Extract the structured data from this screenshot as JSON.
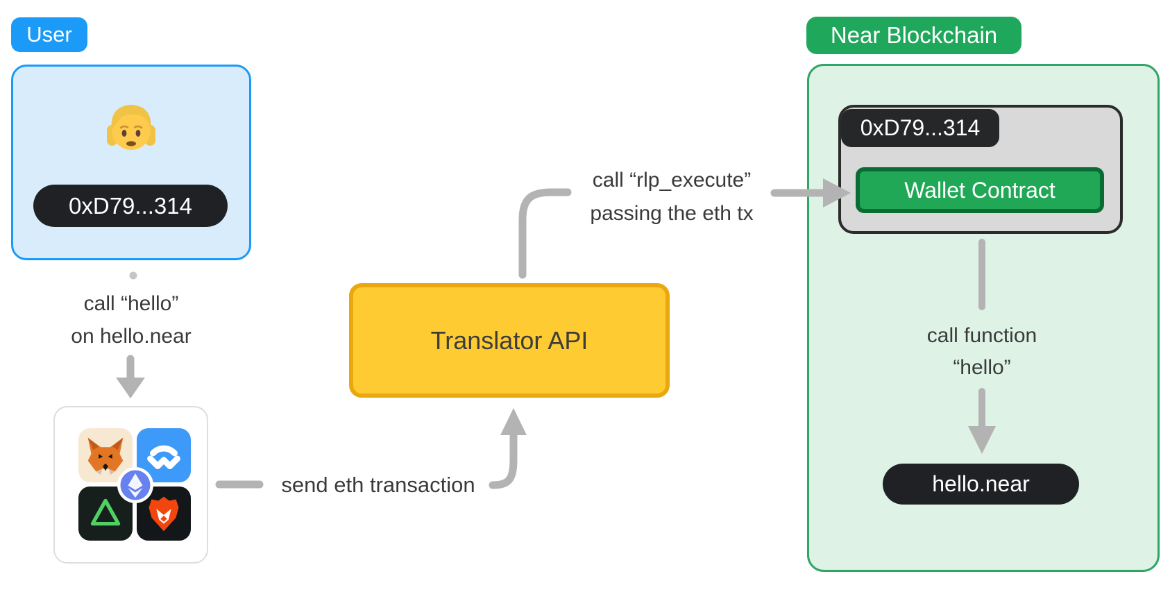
{
  "user_section": {
    "badge": "User",
    "address": "0xD79...314",
    "call_text_line1": "call “hello”",
    "call_text_line2": "on hello.near",
    "wallet_icons": [
      "metamask",
      "walletconnect",
      "ethereum",
      "aurora",
      "brave"
    ]
  },
  "middle_section": {
    "send_text": "send eth transaction",
    "translator_label": "Translator API",
    "rlp_text_line1": "call “rlp_execute”",
    "rlp_text_line2": "passing the eth tx"
  },
  "near_section": {
    "badge": "Near Blockchain",
    "contract_address": "0xD79...314",
    "wallet_contract_label": "Wallet Contract",
    "call_function_line1": "call function",
    "call_function_line2": "“hello”",
    "target_account": "hello.near"
  },
  "colors": {
    "user_accent": "#1b9af7",
    "user_fill": "#d9ecfc",
    "translator_fill": "#fecb33",
    "translator_border": "#eba70e",
    "near_accent": "#1fa85c",
    "near_fill": "#def2e6",
    "near_border": "#2fa567",
    "contract_fill": "#20a857",
    "contract_border": "#0b6b35",
    "gray_container_fill": "#d9d9d9",
    "gray_container_border": "#2b2b2b",
    "dark_pill": "#202124",
    "arrow_gray": "#b3b3b3"
  }
}
